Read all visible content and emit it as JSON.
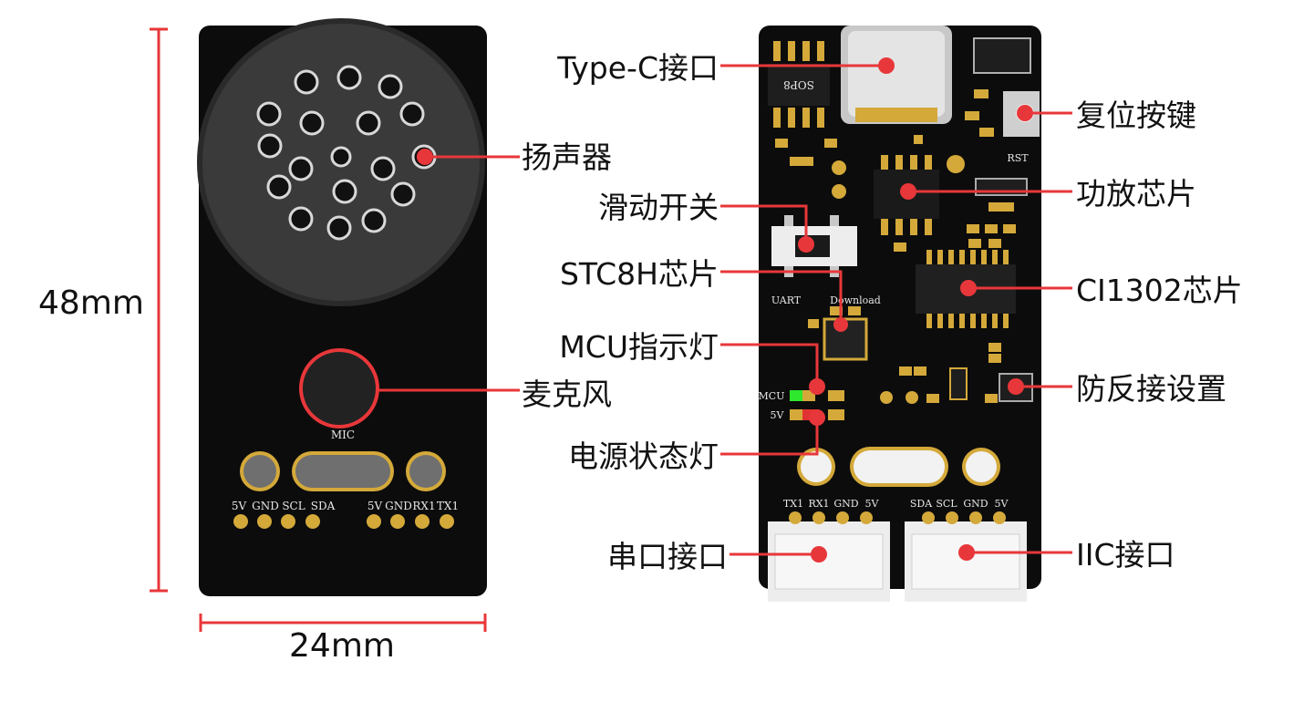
{
  "dimensions": {
    "height_label": "48mm",
    "width_label": "24mm"
  },
  "colors": {
    "leader": "#e8373a",
    "board": "#0c0c0c",
    "pad_gold": "#d4a93a",
    "label_text": "#111111"
  },
  "back_board": {
    "mic_label": "MIC",
    "pin_labels_left": [
      "5V",
      "GND",
      "SCL",
      "SDA"
    ],
    "pin_labels_right": [
      "5V",
      "GND",
      "RX1",
      "TX1"
    ]
  },
  "front_board": {
    "sop8_label": "SOP8",
    "rst_label": "RST",
    "uart_label": "UART",
    "download_label": "Download",
    "mcu_led_label": "MCU",
    "power_led_label": "5V",
    "uart_connector_pins": [
      "TX1",
      "RX1",
      "GND",
      "5V"
    ],
    "iic_connector_pins": [
      "SDA",
      "SCL",
      "GND",
      "5V"
    ]
  },
  "callouts": {
    "speaker": "扬声器",
    "microphone": "麦克风",
    "type_c": "Type-C接口",
    "slide_switch": "滑动开关",
    "stc8h_chip": "STC8H芯片",
    "mcu_led": "MCU指示灯",
    "power_led": "电源状态灯",
    "uart_port": "串口接口",
    "reset_button": "复位按键",
    "amp_chip": "功放芯片",
    "ci1302_chip": "CI1302芯片",
    "reverse_protection": "防反接设置",
    "iic_port": "IIC接口"
  }
}
